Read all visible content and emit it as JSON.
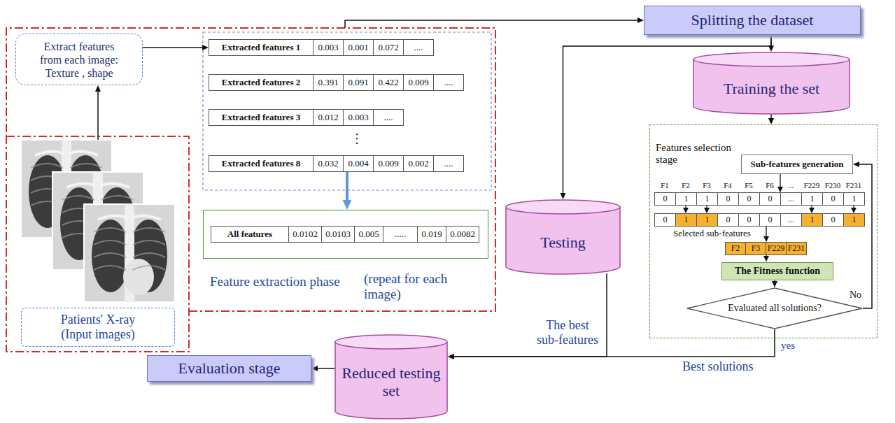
{
  "diagram": {
    "nodes": [
      {
        "text": [
          "Feature extraction phase",
          "(repeat for each image)"
        ]
      },
      {
        "text": [
          "Extract features from each image: Texture , shape"
        ],
        "in": 0
      },
      {
        "text": [
          "Extracted features 1",
          "0.003",
          "0.001",
          "0.072",
          "...."
        ],
        "in": 0
      },
      {
        "text": [
          "Extracted features 2",
          "0.391",
          "0.091",
          "0.422",
          "0.009",
          "...."
        ],
        "in": 0
      },
      {
        "text": [
          "Extracted features 3",
          "0.012",
          "0.003",
          "...."
        ],
        "in": 0
      },
      {
        "text": [
          "Extracted features 8",
          "0.032",
          "0.004",
          "0.009",
          "0.002",
          "...."
        ],
        "in": 0
      },
      {
        "text": [
          "All features",
          "0.0102",
          "0.0103",
          "0.005",
          ".....",
          "0.019",
          "0.0082"
        ],
        "in": 0
      },
      {
        "text": [
          "Patients' X-ray (Input images)"
        ]
      },
      {
        "text": [
          "Splitting the dataset"
        ]
      },
      {
        "text": [
          "Training the set"
        ]
      },
      {
        "text": [
          "Testing"
        ]
      },
      {
        "text": [
          "Features selection stage"
        ]
      },
      {
        "text": [
          "Sub-features generation"
        ],
        "in": 11
      },
      {
        "text": [
          "The Fitness function"
        ],
        "in": 11
      },
      {
        "text": [
          "Evaluated all solutions?"
        ],
        "in": 11
      },
      {
        "text": [
          "Reduced testing set"
        ]
      },
      {
        "text": [
          "Evaluation stage"
        ]
      }
    ],
    "edges": [
      {
        "from": 7,
        "to": 1,
        "arrow": "to"
      },
      {
        "from": 1,
        "to": 2,
        "arrow": "to"
      },
      {
        "from": 5,
        "to": 6,
        "arrow": "to"
      },
      {
        "from": 0,
        "to": 8,
        "arrow": "to"
      },
      {
        "from": 8,
        "to": 9,
        "arrow": "to"
      },
      {
        "from": 8,
        "to": 10,
        "arrow": "to"
      },
      {
        "from": 9,
        "to": 11,
        "arrow": "to"
      },
      {
        "from": 13,
        "to": 14,
        "arrow": "to"
      },
      {
        "from": 14,
        "to": 12,
        "arrow": "to",
        "label": "No"
      },
      {
        "from": 14,
        "to": 15,
        "arrow": "to",
        "label": "yes"
      },
      {
        "from": 10,
        "to": 15,
        "arrow": "to"
      },
      {
        "from": 15,
        "to": 16,
        "arrow": "to"
      }
    ],
    "labels": [
      "⋮",
      "F1",
      "F2",
      "F3",
      "F4",
      "F5",
      "F6",
      "...",
      "F229",
      "F230",
      "F231",
      "0",
      "1",
      "1",
      "0",
      "0",
      "0",
      "...",
      "1",
      "0",
      "1",
      "0",
      "1",
      "1",
      "0",
      "0",
      "0",
      "...",
      "1",
      "0",
      "1",
      "Selected sub-features",
      "F2",
      "F3",
      "F229",
      "F231",
      "The best sub-features",
      "Best solutions"
    ]
  }
}
